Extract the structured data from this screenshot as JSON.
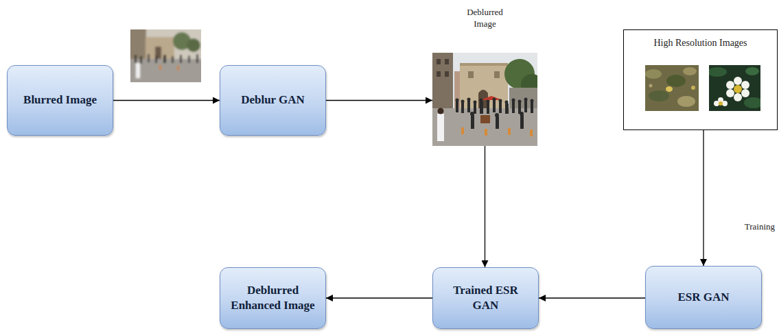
{
  "diagram": {
    "nodes": [
      {
        "text": [
          "Blurred Image"
        ]
      },
      {
        "text": [
          "Deblur GAN"
        ]
      },
      {
        "text": [
          "Deblurred Image"
        ]
      },
      {
        "text": [
          "High Resolution Images"
        ]
      },
      {
        "text": [
          "Deblurred Enhanced Image"
        ]
      },
      {
        "text": [
          "Trained ESR GAN"
        ]
      },
      {
        "text": [
          "ESR GAN"
        ]
      }
    ],
    "edges": [
      {
        "from": 0,
        "to": 1,
        "arrow": "to"
      },
      {
        "from": 1,
        "to": 2,
        "arrow": "to"
      },
      {
        "from": 2,
        "to": 5,
        "arrow": "to"
      },
      {
        "from": 3,
        "to": 6,
        "label": "Training",
        "arrow": "to"
      },
      {
        "from": 6,
        "to": 5,
        "arrow": "to"
      },
      {
        "from": 5,
        "to": 4,
        "arrow": "to"
      }
    ]
  }
}
